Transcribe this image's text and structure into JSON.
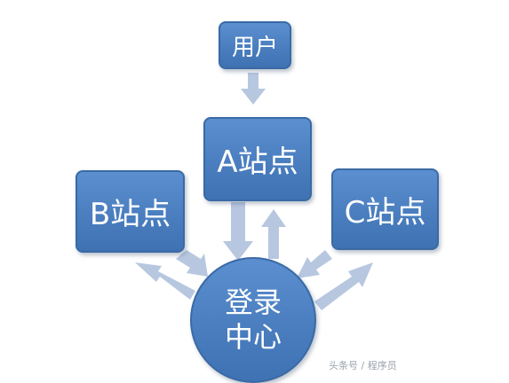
{
  "diagram": {
    "nodes": {
      "user": {
        "label": "用户"
      },
      "site_a": {
        "label": "A站点"
      },
      "site_b": {
        "label": "B站点"
      },
      "site_c": {
        "label": "C站点"
      },
      "login_center": {
        "line1": "登录",
        "line2": "中心"
      }
    },
    "arrow_color": "#b7c7e0",
    "node_color": "#4f83c4",
    "watermark": "头条号 / 程序员"
  }
}
